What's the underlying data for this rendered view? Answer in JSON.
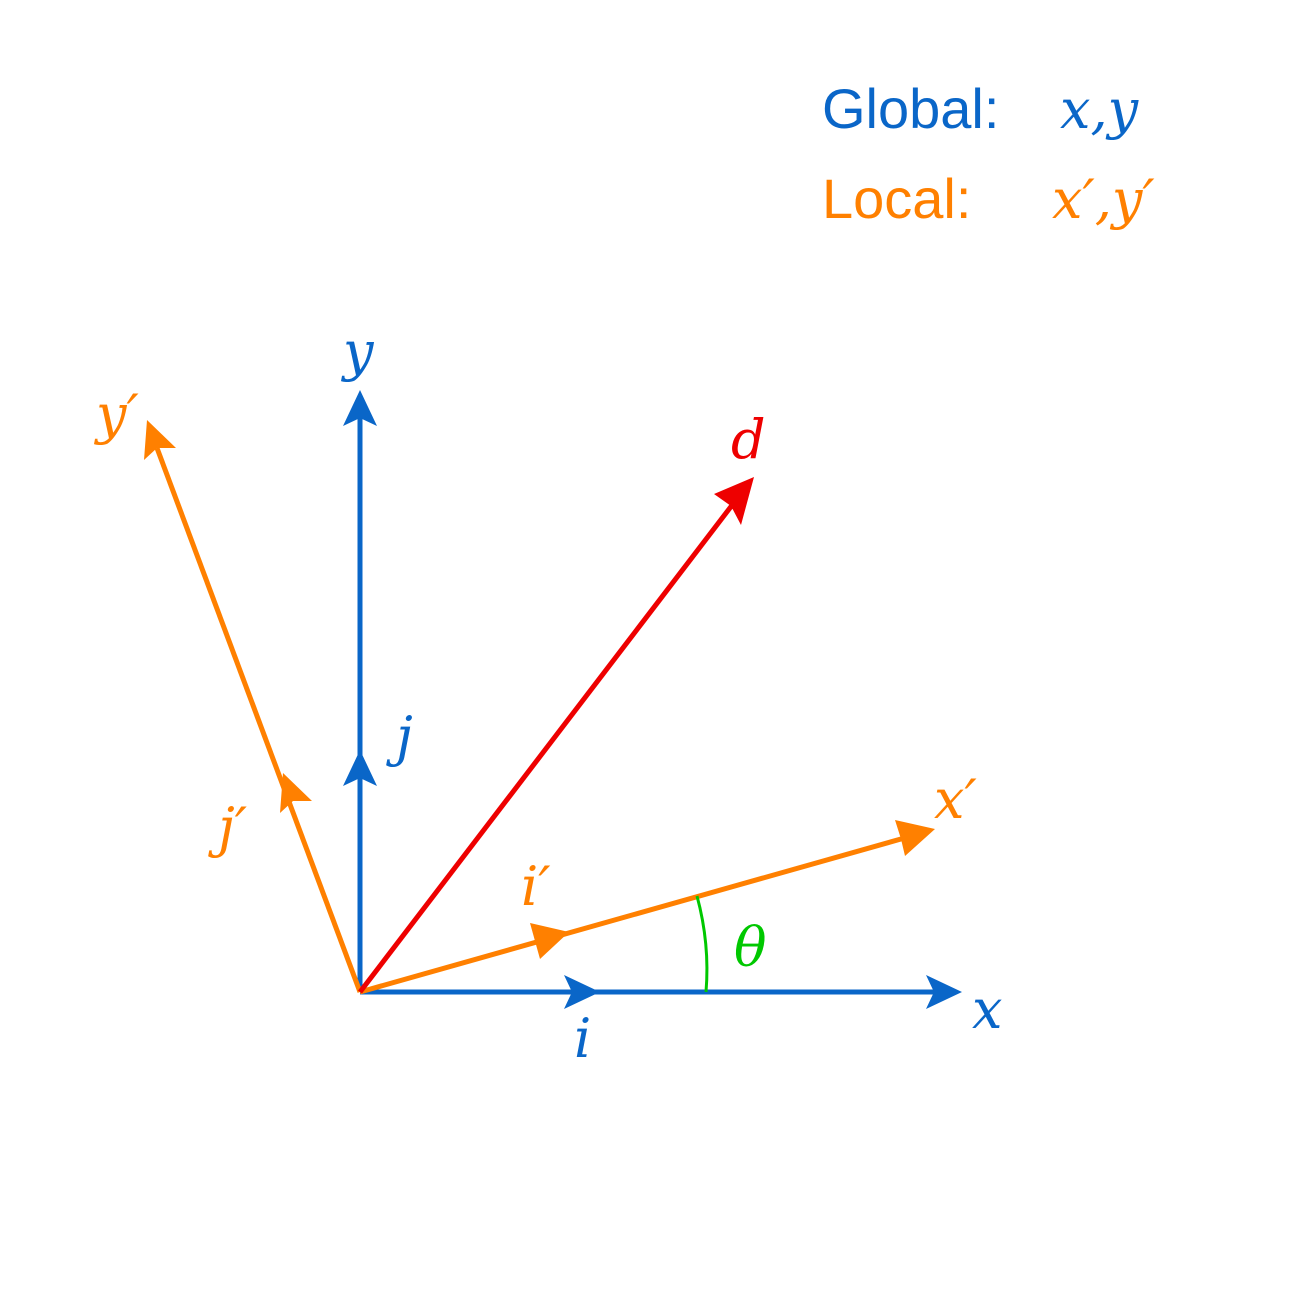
{
  "colors": {
    "global": "#0a66c8",
    "local": "#ff8000",
    "vector_d": "#ee0000",
    "angle": "#00c800"
  },
  "legend": {
    "global_label": "Global:",
    "global_vars": "x,y",
    "local_label": "Local:",
    "local_vars": "x′,y′"
  },
  "axes": {
    "global_x": "x",
    "global_y": "y",
    "local_x": "x′",
    "local_y": "y′"
  },
  "unit_vectors": {
    "i": "i",
    "j": "j",
    "i_prime": "i′",
    "j_prime": "j′"
  },
  "vector": {
    "d": "d"
  },
  "angle": {
    "theta": "θ"
  }
}
